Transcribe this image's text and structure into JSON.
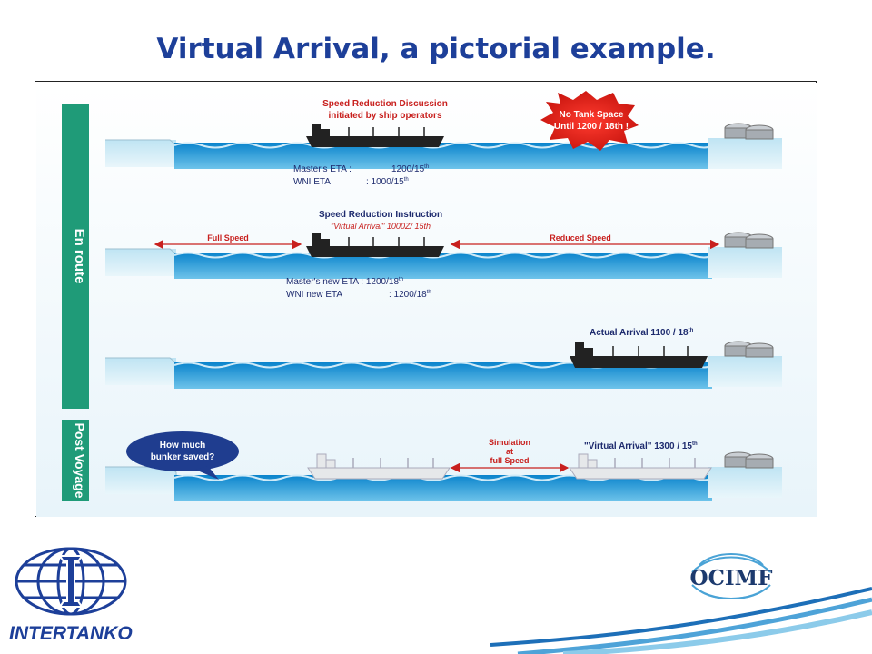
{
  "slide": {
    "title": "Virtual Arrival, a pictorial example."
  },
  "diagram": {
    "side_labels": [
      "En route",
      "Post Voyage"
    ],
    "panel1": {
      "callout_line1": "Speed Reduction Discussion",
      "callout_line2": "initiated by ship operators",
      "starburst_line1": "No Tank Space",
      "starburst_line2": "Until 1200 / 18th !",
      "eta1_label": "Master's ETA  :",
      "eta1_value": "1200/15",
      "eta1_sup": "th",
      "eta2_label": "WNI ETA",
      "eta2_value": ": 1000/15",
      "eta2_sup": "th"
    },
    "panel2": {
      "instruction_line1": "Speed Reduction Instruction",
      "instruction_line2": "\"Virtual Arrival\" 1000Z/ 15th",
      "full_speed": "Full Speed",
      "reduced_speed": "Reduced Speed",
      "eta1_label": "Master's new ETA : 1200/18",
      "eta1_sup": "th",
      "eta2_label": "WNI new ETA",
      "eta2_value": ": 1200/18",
      "eta2_sup": "th"
    },
    "panel3": {
      "actual_arrival": "Actual Arrival 1100 / 18",
      "actual_arrival_sup": "th"
    },
    "panel4": {
      "bubble_line1": "How much",
      "bubble_line2": "bunker saved?",
      "sim_line1": "Simulation",
      "sim_line2": "at",
      "sim_line3": "full Speed",
      "virtual_arrival": "\"Virtual Arrival\" 1300 / 15",
      "virtual_arrival_sup": "th"
    }
  },
  "logos": {
    "intertanko": "INTERTANKO",
    "ocimf": "OCIMF"
  },
  "colors": {
    "title": "#1d3f99",
    "side_bar": "#1f9b78",
    "water": "#0d8fd1",
    "red_text": "#c8201e",
    "navy": "#1e2b6e",
    "ship": "#222222"
  }
}
